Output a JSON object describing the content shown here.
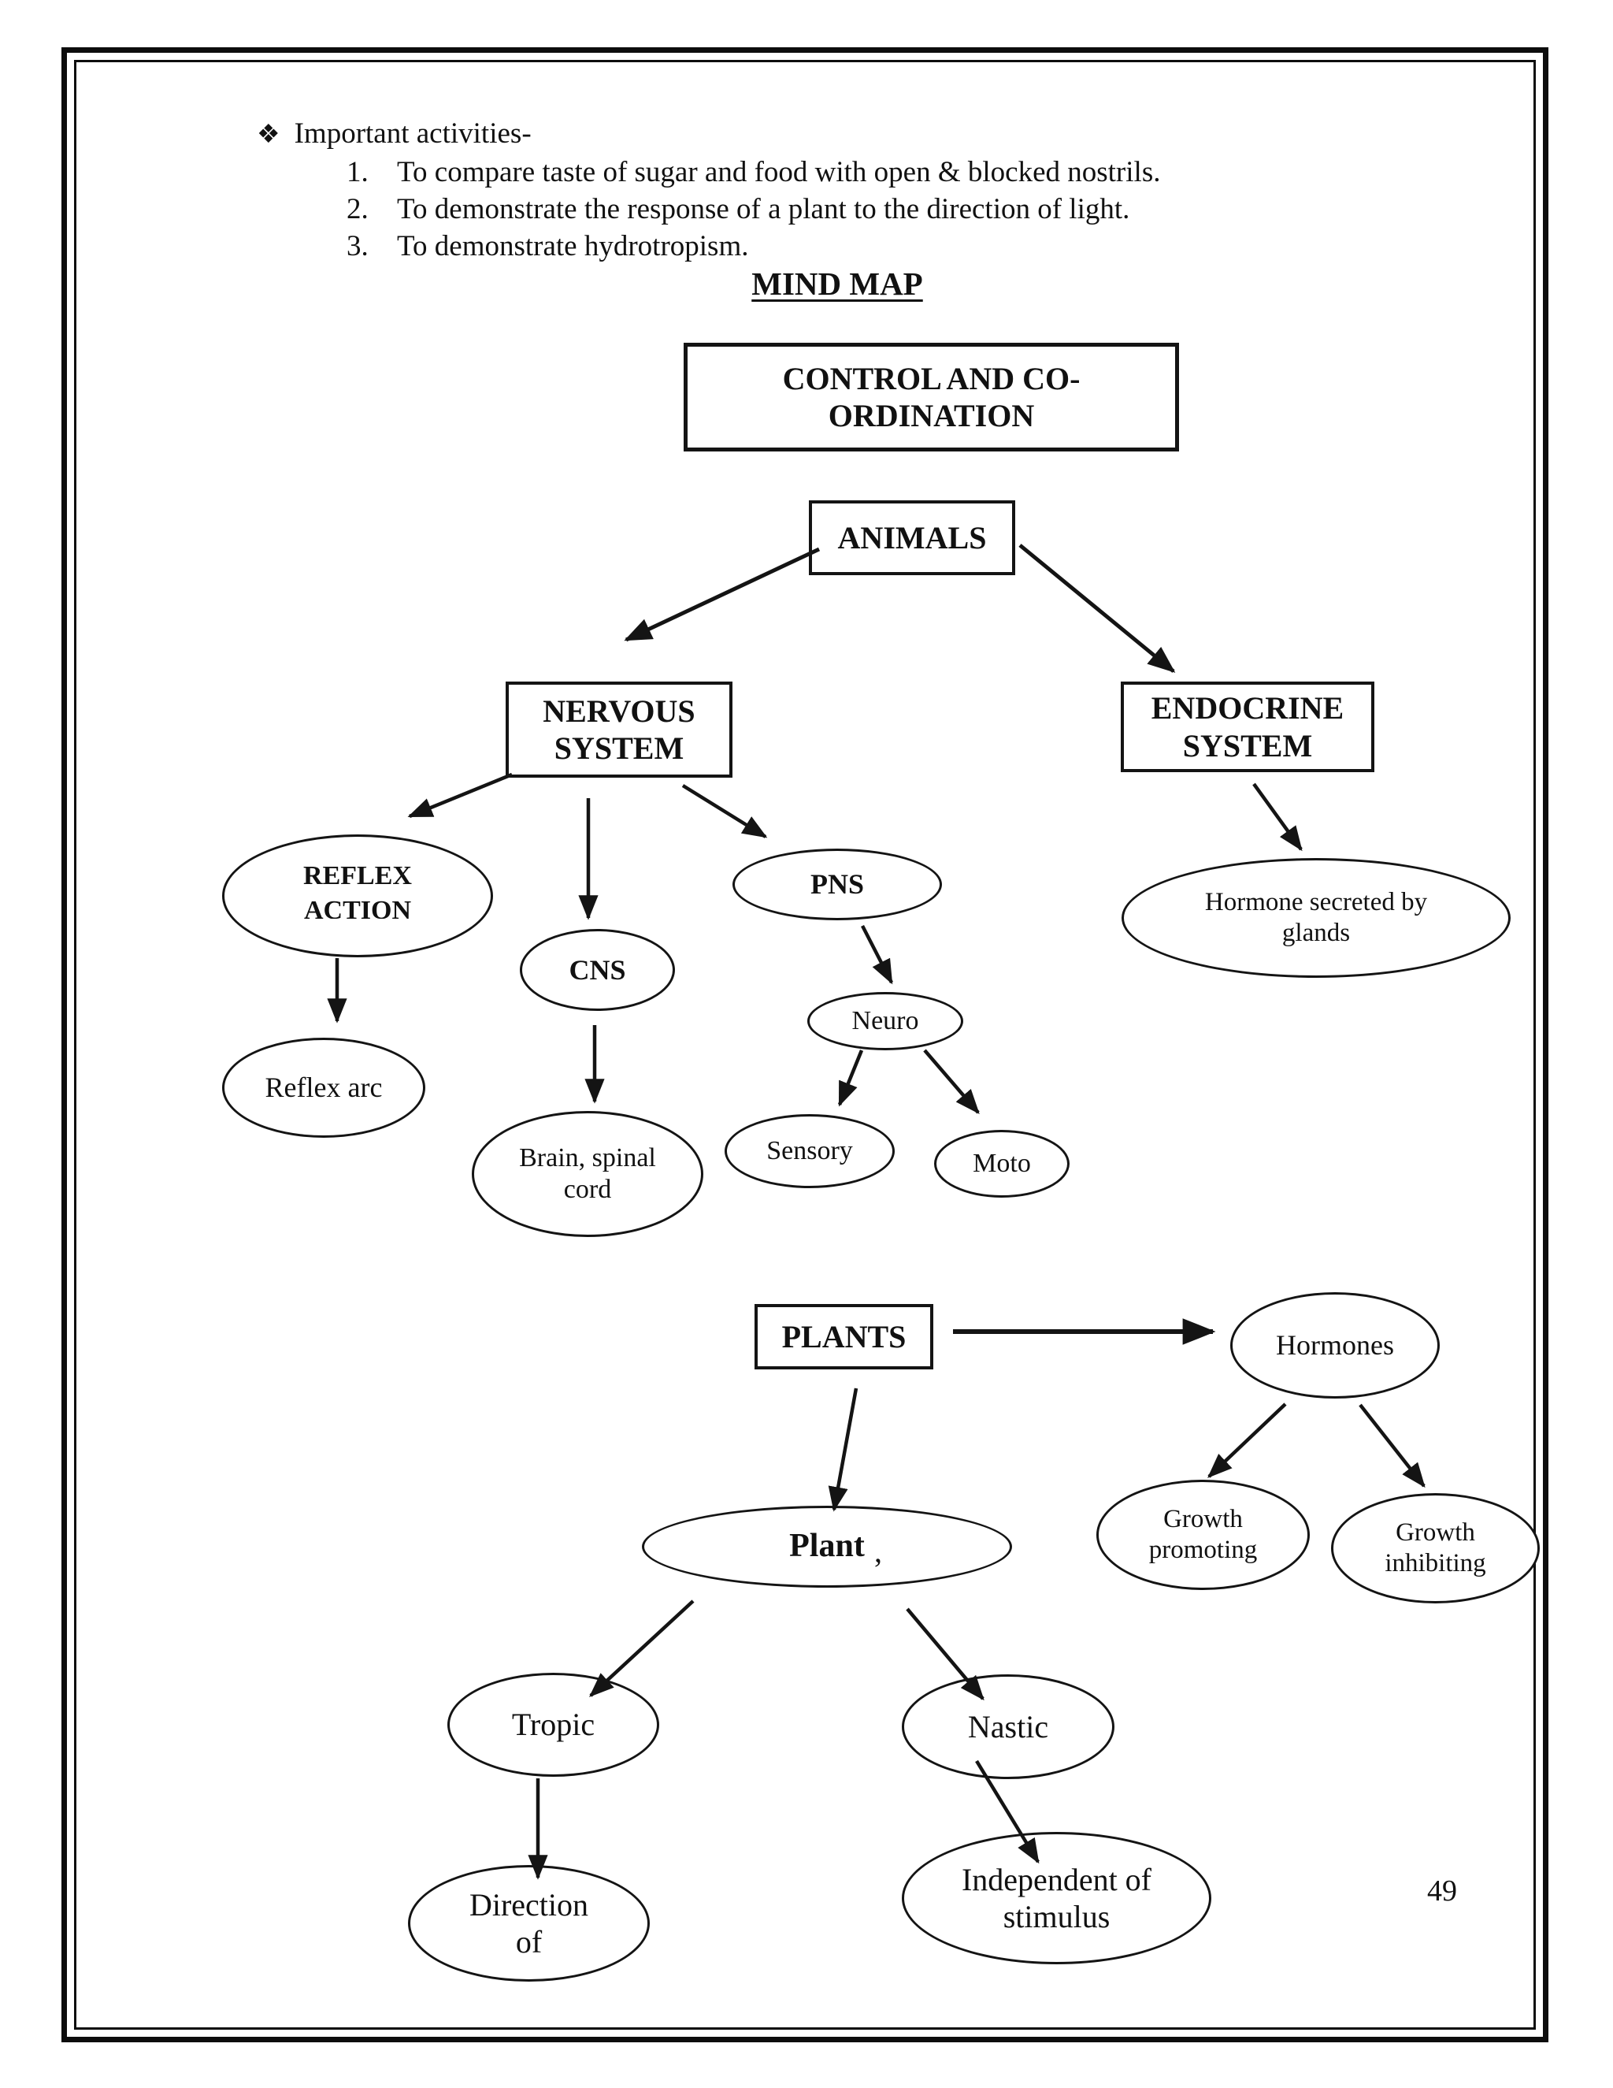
{
  "page": {
    "number": "49"
  },
  "activities": {
    "bullet_icon": "❖",
    "title": "Important activities-",
    "items": [
      {
        "num": "1.",
        "text": "To compare taste of sugar and food with open & blocked nostrils."
      },
      {
        "num": "2.",
        "text": "To demonstrate the response of a plant to the direction of light."
      },
      {
        "num": "3.",
        "text": "To demonstrate hydrotropism."
      }
    ]
  },
  "mindmap": {
    "title": "MIND MAP",
    "nodes": {
      "control": {
        "label": "CONTROL AND CO-ORDINATION"
      },
      "animals": {
        "label": "ANIMALS"
      },
      "nervous": {
        "label": "NERVOUS SYSTEM"
      },
      "endocrine": {
        "label": "ENDOCRINE SYSTEM"
      },
      "reflex_action": {
        "label": "REFLEX ACTION"
      },
      "reflex_arc": {
        "label": "Reflex arc"
      },
      "cns": {
        "label": "CNS"
      },
      "brain": {
        "label": "Brain, spinal cord"
      },
      "pns": {
        "label": "PNS"
      },
      "neuron": {
        "label": "Neuro"
      },
      "sensory": {
        "label": "Sensory"
      },
      "motor": {
        "label": "Moto"
      },
      "hormone_glands": {
        "label": "Hormone secreted by glands"
      },
      "plants": {
        "label": "PLANTS"
      },
      "hormones": {
        "label": "Hormones"
      },
      "plant": {
        "label": "Plant",
        "artifact": "’"
      },
      "growth_promoting": {
        "label": "Growth promoting"
      },
      "growth_inhibiting": {
        "label": "Growth inhibiting"
      },
      "tropic": {
        "label": "Tropic"
      },
      "nastic": {
        "label": "Nastic"
      },
      "direction_of": {
        "label": "Direction of"
      },
      "independent_of_stimulus": {
        "label": "Independent of stimulus"
      }
    }
  }
}
